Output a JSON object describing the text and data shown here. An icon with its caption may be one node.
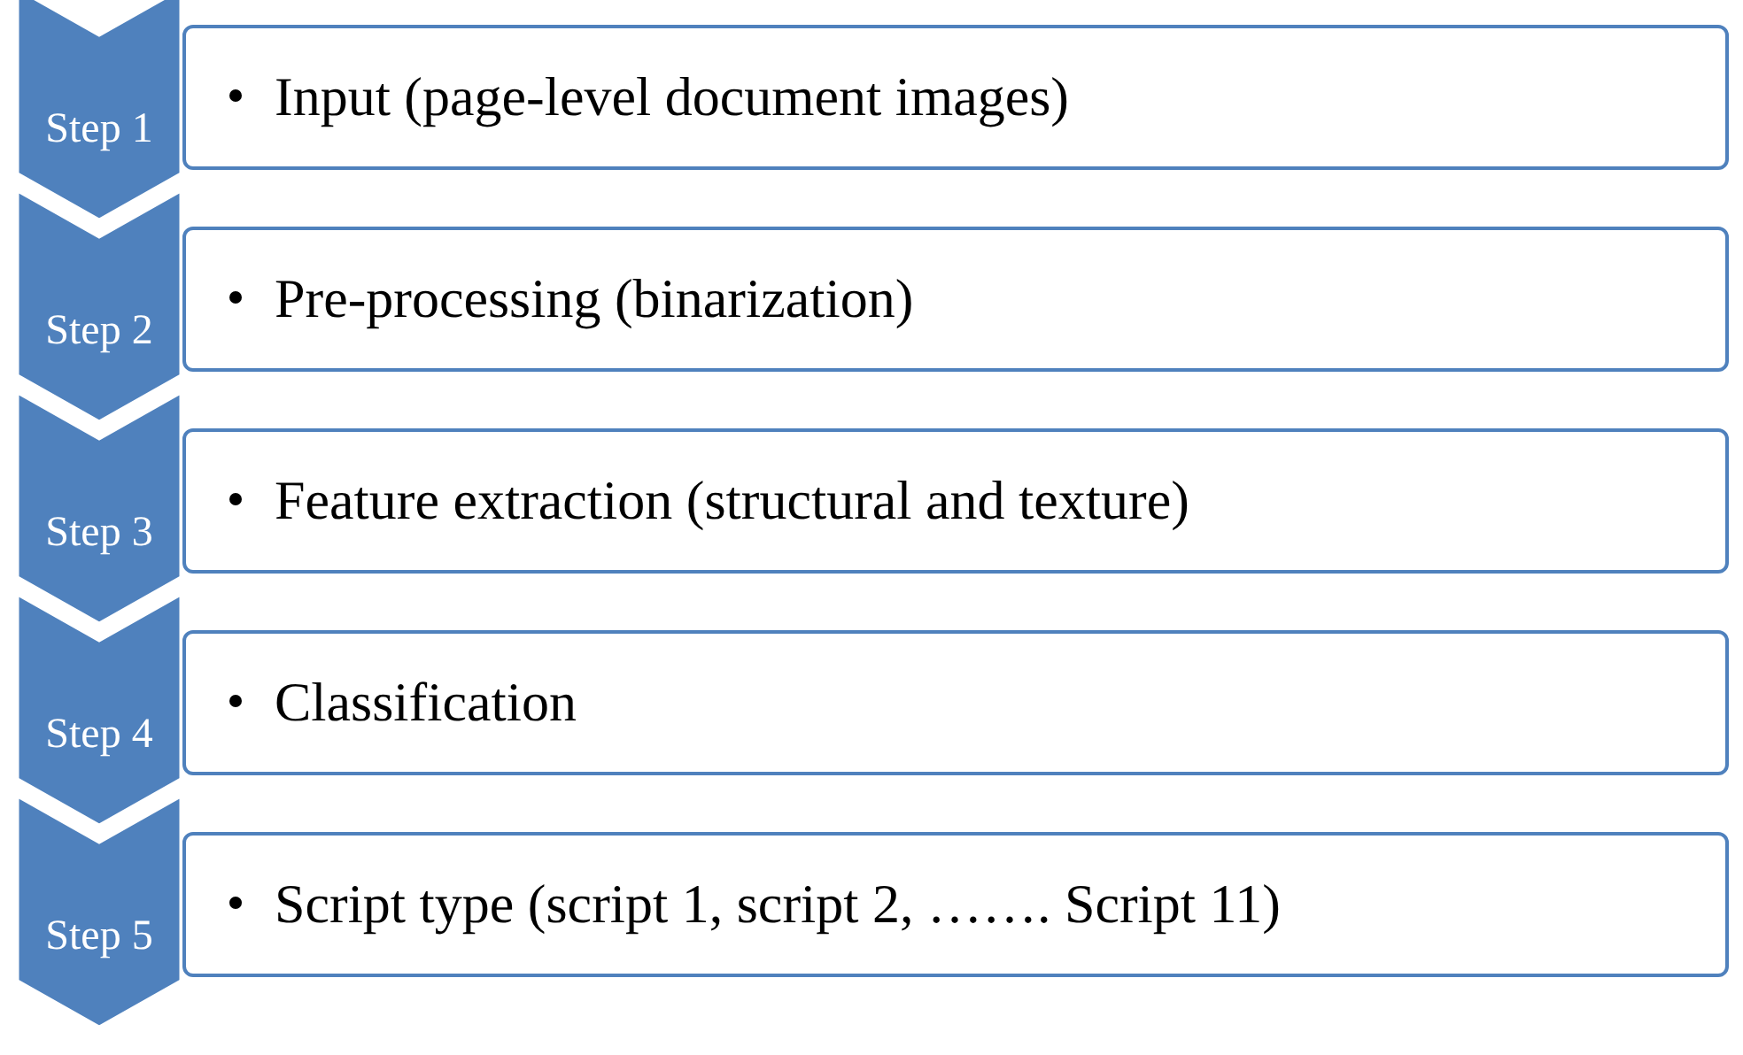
{
  "diagram": {
    "nodes": [
      {
        "text": [
          "Step 1"
        ]
      },
      {
        "text": [
          "Input (page-level document images)"
        ]
      },
      {
        "text": [
          "Step 2"
        ]
      },
      {
        "text": [
          "Pre-processing (binarization)"
        ]
      },
      {
        "text": [
          "Step 3"
        ]
      },
      {
        "text": [
          "Feature extraction (structural and texture)"
        ]
      },
      {
        "text": [
          "Step 4"
        ]
      },
      {
        "text": [
          "Classification"
        ]
      },
      {
        "text": [
          "Step 5"
        ]
      },
      {
        "text": [
          "Script type (script 1, script 2, ……. Script 11)"
        ]
      }
    ]
  }
}
